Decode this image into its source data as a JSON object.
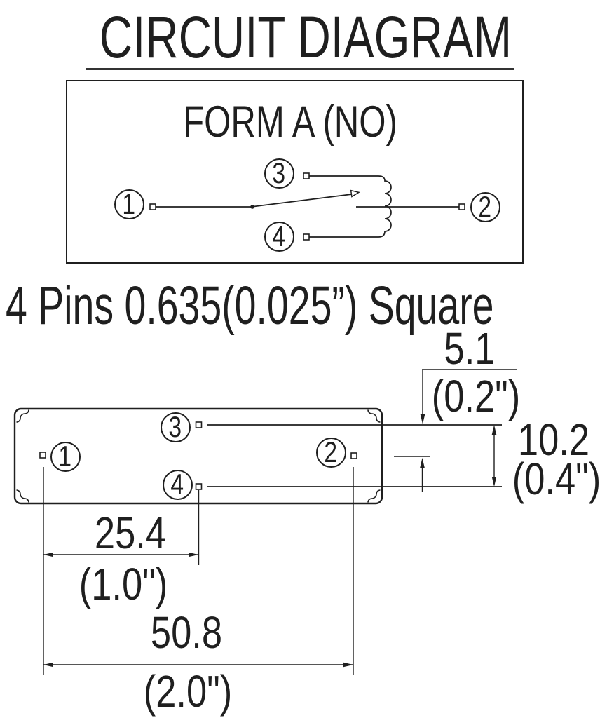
{
  "title": "CIRCUIT DIAGRAM",
  "schematic": {
    "heading": "FORM A (NO)"
  },
  "pins": {
    "p1": "1",
    "p2": "2",
    "p3": "3",
    "p4": "4"
  },
  "pin_note": "4 Pins 0.635(0.025”) Square",
  "dims": {
    "d51": {
      "mm": "5.1",
      "inch": "(0.2\")"
    },
    "d102": {
      "mm": "10.2",
      "inch": "(0.4\")"
    },
    "d254": {
      "mm": "25.4",
      "inch": "(1.0\")"
    },
    "d508": {
      "mm": "50.8",
      "inch": "(2.0\")"
    }
  },
  "colors": {
    "ink": "#1f1f1f",
    "background": "#ffffff"
  }
}
